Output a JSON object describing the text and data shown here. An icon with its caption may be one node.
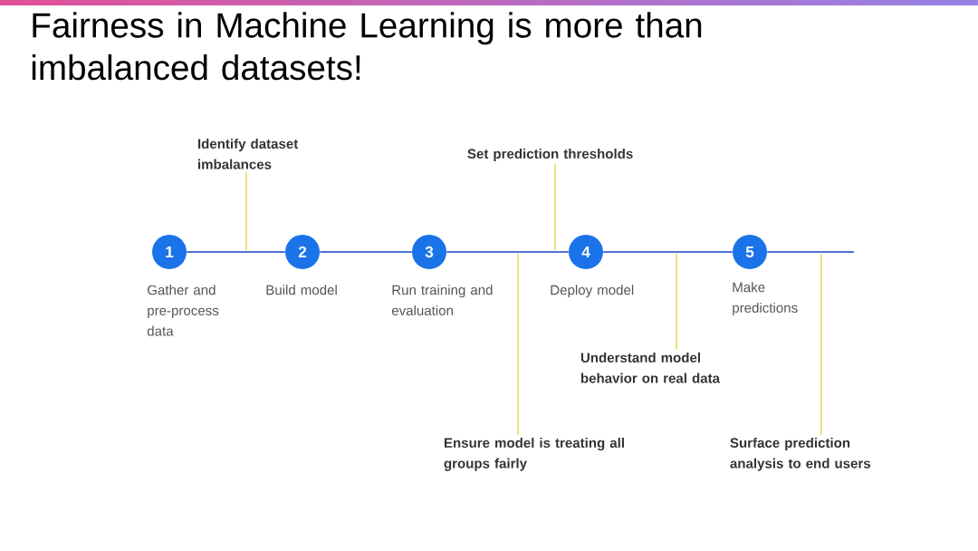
{
  "diagram": {
    "title": "Fairness in Machine Learning is more than imbalanced datasets!",
    "nodes": [
      {
        "text": [
          "1"
        ],
        "beside": [
          "Gather and pre-process data"
        ]
      },
      {
        "text": [
          "2"
        ],
        "beside": [
          "Build model"
        ]
      },
      {
        "text": [
          "3"
        ],
        "beside": [
          "Run training and evaluation"
        ]
      },
      {
        "text": [
          "4"
        ],
        "beside": [
          "Deploy model"
        ]
      },
      {
        "text": [
          "5"
        ],
        "beside": [
          "Make predictions"
        ]
      },
      {
        "text": [
          "Identify dataset imbalances"
        ]
      },
      {
        "text": [
          "Set prediction thresholds"
        ]
      },
      {
        "text": [
          "Ensure model is treating all groups fairly"
        ]
      },
      {
        "text": [
          "Understand model behavior on real data"
        ]
      },
      {
        "text": [
          "Surface prediction analysis to end users"
        ]
      }
    ],
    "edges": [
      {
        "from": 0,
        "to": 1,
        "arrow": "none"
      },
      {
        "from": 1,
        "to": 2,
        "arrow": "none"
      },
      {
        "from": 2,
        "to": 3,
        "arrow": "none"
      },
      {
        "from": 3,
        "to": 4,
        "arrow": "none"
      },
      {
        "from": 4,
        "to": null,
        "arrow": "none"
      },
      {
        "from": 5,
        "to": null,
        "arrow": "none",
        "color": "#e8d84a"
      },
      {
        "from": 6,
        "to": null,
        "arrow": "none",
        "color": "#e8d84a"
      },
      {
        "from": 7,
        "to": null,
        "arrow": "none",
        "color": "#e8d84a"
      },
      {
        "from": 8,
        "to": null,
        "arrow": "none",
        "color": "#e8d84a"
      },
      {
        "from": 9,
        "to": null,
        "arrow": "none",
        "color": "#e8d84a"
      }
    ]
  }
}
